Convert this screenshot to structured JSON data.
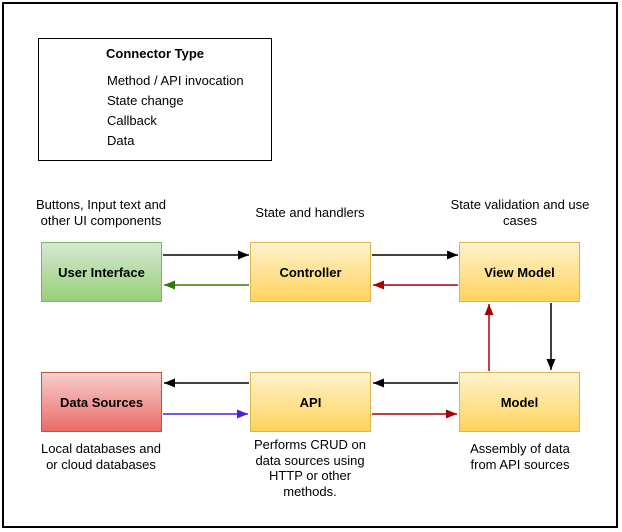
{
  "legend": {
    "title": "Connector Type",
    "items": [
      {
        "id": "method",
        "label": "Method / API invocation",
        "color": "#000000"
      },
      {
        "id": "state-change",
        "label": "State change",
        "color": "#337700"
      },
      {
        "id": "callback",
        "label": "Callback",
        "color": "#aa0000"
      },
      {
        "id": "data",
        "label": "Data",
        "color": "#4a1de0"
      }
    ]
  },
  "nodes": [
    {
      "id": "user-interface",
      "label": "User Interface",
      "annotation": "Buttons, Input text and\nother UI components",
      "annotation_position": "above",
      "colors": {
        "top": "#d5e8d4",
        "bottom": "#97d077",
        "border": "#82b366"
      }
    },
    {
      "id": "controller",
      "label": "Controller",
      "annotation": "State and handlers",
      "annotation_position": "above",
      "colors": {
        "top": "#fff2cc",
        "bottom": "#ffd45c",
        "border": "#d6b656"
      }
    },
    {
      "id": "view-model",
      "label": "View Model",
      "annotation": "State validation and use\ncases",
      "annotation_position": "above",
      "colors": {
        "top": "#fff2cc",
        "bottom": "#ffd45c",
        "border": "#d6b656"
      }
    },
    {
      "id": "data-sources",
      "label": "Data Sources",
      "annotation": "Local databases and\nor cloud databases",
      "annotation_position": "below",
      "colors": {
        "top": "#f8cecc",
        "bottom": "#ea6b66",
        "border": "#b85450"
      }
    },
    {
      "id": "api",
      "label": "API",
      "annotation": "Performs CRUD on\ndata sources using\nHTTP or other\nmethods.",
      "annotation_position": "below",
      "colors": {
        "top": "#fff2cc",
        "bottom": "#ffd45c",
        "border": "#d6b656"
      }
    },
    {
      "id": "model",
      "label": "Model",
      "annotation": "Assembly of data\nfrom API sources",
      "annotation_position": "below",
      "colors": {
        "top": "#fff2cc",
        "bottom": "#ffd45c",
        "border": "#d6b656"
      }
    }
  ],
  "connections": [
    {
      "from": "User Interface",
      "to": "Controller",
      "type": "Method / API invocation"
    },
    {
      "from": "Controller",
      "to": "User Interface",
      "type": "State change"
    },
    {
      "from": "Controller",
      "to": "View Model",
      "type": "Method / API invocation"
    },
    {
      "from": "View Model",
      "to": "Controller",
      "type": "Callback"
    },
    {
      "from": "View Model",
      "to": "Model",
      "type": "Method / API invocation"
    },
    {
      "from": "Model",
      "to": "View Model",
      "type": "Callback"
    },
    {
      "from": "Model",
      "to": "API",
      "type": "Method / API invocation"
    },
    {
      "from": "API",
      "to": "Model",
      "type": "Callback"
    },
    {
      "from": "API",
      "to": "Data Sources",
      "type": "Method / API invocation"
    },
    {
      "from": "Data Sources",
      "to": "API",
      "type": "Data"
    }
  ]
}
